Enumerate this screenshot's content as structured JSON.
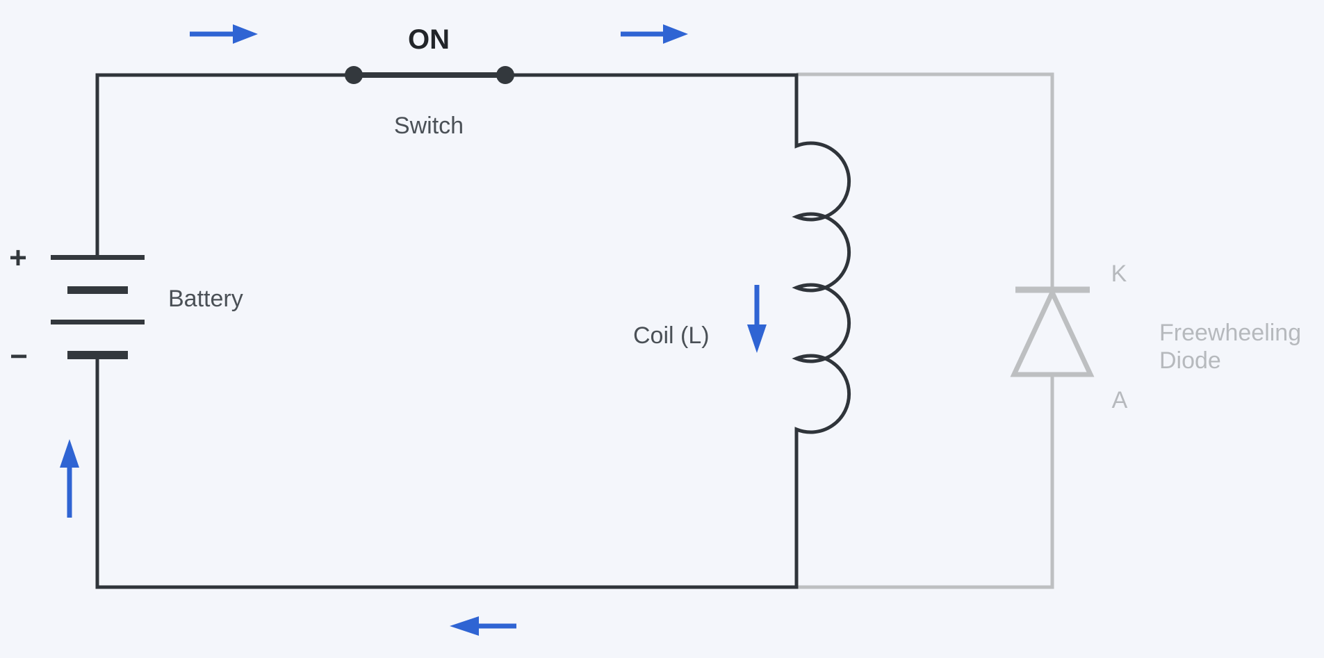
{
  "circuit": {
    "switch": {
      "state_label": "ON",
      "name_label": "Switch"
    },
    "battery": {
      "name_label": "Battery",
      "positive_label": "+",
      "negative_label": "−"
    },
    "coil": {
      "name_label": "Coil (L)"
    },
    "freewheeling_diode": {
      "name_label_line1": "Freewheeling",
      "name_label_line2": "Diode",
      "cathode_label": "K",
      "anode_label": "A"
    }
  },
  "colors": {
    "background": "#f4f6fb",
    "wire_active": "#2f343a",
    "component_dark": "#33383d",
    "label_text": "#4a5056",
    "state_text": "#222529",
    "inactive_wire": "#bdbfc1",
    "inactive_text": "#b6b9bd",
    "current_arrow": "#2f64d3"
  }
}
